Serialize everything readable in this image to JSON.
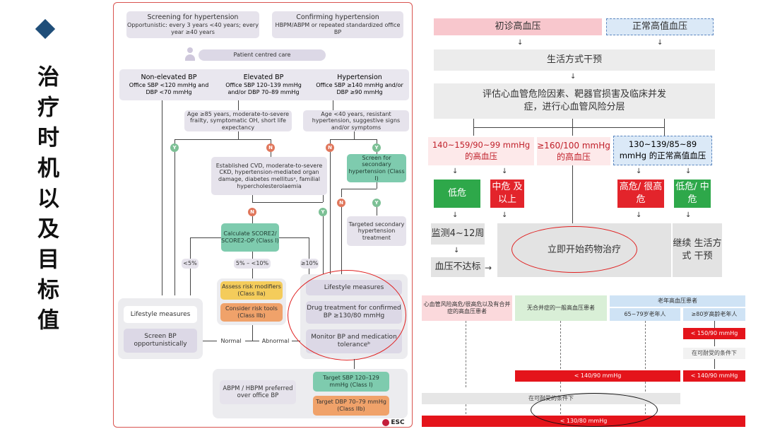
{
  "slide": {
    "title": "治疗时机以及目标值"
  },
  "esc": {
    "screen_title": "Screening for hypertension",
    "screen_body": "Opportunistic: every 3 years <40 years; every year ≥40 years",
    "confirm_title": "Confirming hypertension",
    "confirm_body": "HBPM/ABPM or repeated standardized office BP",
    "pcc": "Patient centred care",
    "nonelev_title": "Non-elevated BP",
    "nonelev_body": "Office SBP <120 mmHg and DBP <70 mmHg",
    "elev_title": "Elevated BP",
    "elev_body": "Office SBP 120–139 mmHg and/or DBP 70–89 mmHg",
    "htn_title": "Hypertension",
    "htn_body": "Office SBP ≥140 mmHg and/or DBP ≥90 mmHg",
    "age85": "Age ≥85 years, moderate-to-severe frailty, symptomatic OH, short life expectancy",
    "age40": "Age <40 years, resistant hypertension, suggestive signs and/or symptoms",
    "cvd": "Established CVD, moderate-to-severe CKD, hypertension-mediated organ damage, diabetes mellitusᵃ, familial hypercholesterolaemia",
    "screen2": "Screen for secondary hypertension (Class I)",
    "targeted": "Targeted secondary hypertension treatment",
    "score": "Calculate SCORE2/ SCORE2-OP (Class I)",
    "lt5": "<5%",
    "mid": "5% – <10%",
    "ge10": "≥10%",
    "assess": "Assess risk modifiers (Class IIa)",
    "risktools": "Consider risk tools (Class IIb)",
    "lifestyle_l": "Lifestyle measures",
    "screenbp": "Screen BP opportunistically",
    "normal": "Normal",
    "abnormal": "Abnormal",
    "lifestyle_r": "Lifestyle measures",
    "drug": "Drug treatment for confirmed BP ≥130/80 mmHg",
    "monitor": "Monitor BP and medication toleranceᵇ",
    "abpm": "ABPM / HBPM preferred over office BP",
    "target_sbp": "Target SBP 120–129 mmHg (Class I)",
    "target_dbp": "Target DBP 70–79 mmHg (Class IIb)",
    "logo": "ESC",
    "y": "Y",
    "n": "N"
  },
  "cn1": {
    "first": "初诊高血压",
    "normal_high": "正常高值血压",
    "lifestyle": "生活方式干预",
    "assess": "评估心血管危险因素、靶器官损害及临床并发症，进行心血管风险分层",
    "g1": "140~159/90~99 mmHg 的高血压",
    "g2": "≥160/100 mmHg 的高血压",
    "g3": "130~139/85~89 mmHg 的正常高值血压",
    "low": "低危",
    "mid": "中危 及以上",
    "high": "高危/ 很高危",
    "lowmid": "低危/ 中危",
    "monitor": "监测4~12周",
    "start": "立即开始药物治疗",
    "cont": "继续 生活方式 干预",
    "notmet": "血压不达标",
    "arrow": "↓"
  },
  "cn2": {
    "col1": "心血管风险高危/很高危以及有合并症的高血压患者",
    "col2": "无合并症的一般高血压患者",
    "col3": "老年高血压患者",
    "col3a": "65~79岁老年人",
    "col3b": "≥80岁高龄老年人",
    "r150": "< 150/90 mmHg",
    "tolerable": "在可耐受的条件下",
    "r140": "< 140/90 mmHg",
    "r140b": "< 140/90 mmHg",
    "tolerable2": "在可耐受的条件下",
    "r130": "< 130/80 mmHg"
  },
  "colors": {
    "esc_border": "#d9534f",
    "red": "#e3242b",
    "green": "#2ea84a",
    "pink": "#f8c7cd",
    "teal": "#7ecbae",
    "title": "#1f4e79"
  }
}
